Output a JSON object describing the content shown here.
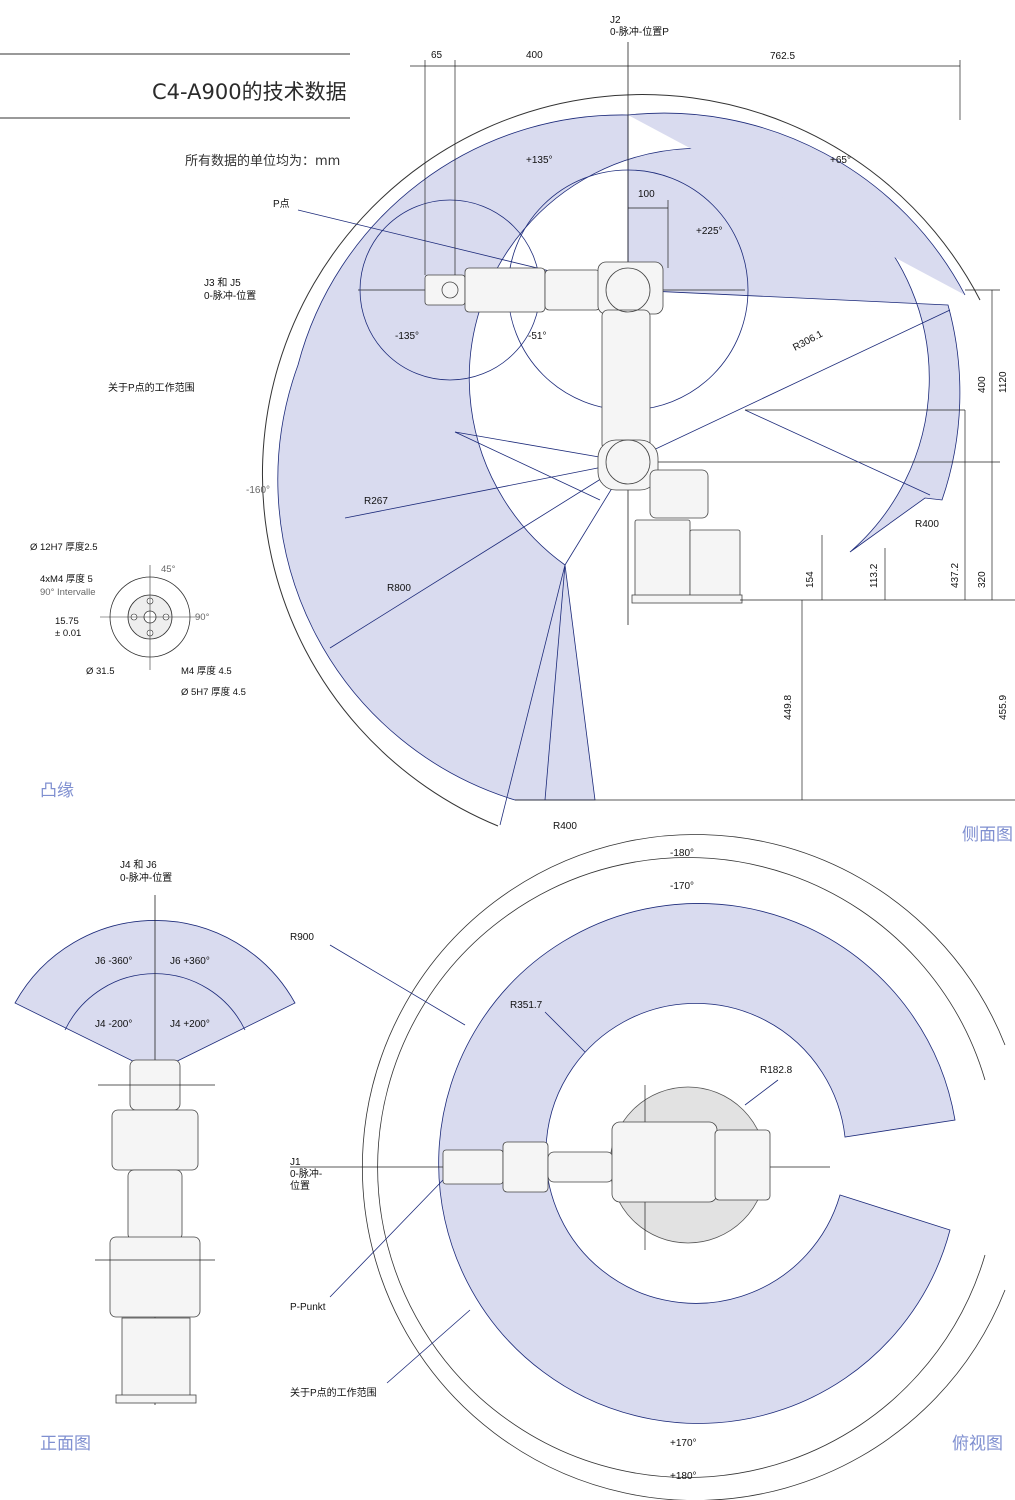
{
  "header": {
    "title": "C4-A900的技术数据",
    "subtitle": "所有数据的单位均为：mm"
  },
  "sections": {
    "flange": "凸缘",
    "side": "侧面图",
    "front": "正面图",
    "top": "俯视图"
  },
  "side_view": {
    "j2_label": "J2",
    "j2_sub": "0-脉冲-位置P",
    "dim_65": "65",
    "dim_400_top": "400",
    "dim_762": "762.5",
    "dim_100": "100",
    "angle_p135": "+135°",
    "angle_p65": "+65°",
    "angle_p225": "+225°",
    "angle_m135": "-135°",
    "angle_m51": "-51°",
    "angle_m160": "-160°",
    "p_point": "P点",
    "j3j5_label": "J3 和 J5",
    "j3j5_sub": "0-脉冲-位置",
    "work_range": "关于P点的工作范围",
    "r306": "R306.1",
    "r267": "R267",
    "r800": "R800",
    "r400_right": "R400",
    "r400_bottom": "R400",
    "dim_400_right": "400",
    "dim_1120": "1120",
    "dim_154": "154",
    "dim_113": "113.2",
    "dim_437": "437.2",
    "dim_320": "320",
    "dim_449": "449.8",
    "dim_455": "455.9"
  },
  "flange_view": {
    "d12": "Ø 12H7 厚度2.5",
    "m4x4": "4xM4 厚度 5",
    "intervals": "90° Intervalle",
    "ang45": "45°",
    "ang90": "90°",
    "d1575": "15.75",
    "tol": "± 0.01",
    "d315": "Ø 31.5",
    "m4": "M4 厚度 4.5",
    "d5": "Ø 5H7 厚度 4.5"
  },
  "front_view": {
    "j4j6": "J4 和 J6",
    "j4j6_sub": "0-脉冲-位置",
    "j6_neg": "J6 -360°",
    "j6_pos": "J6 +360°",
    "j4_neg": "J4 -200°",
    "j4_pos": "J4 +200°"
  },
  "top_view": {
    "m180": "-180°",
    "m170": "-170°",
    "p170": "+170°",
    "p180": "+180°",
    "r900": "R900",
    "r351": "R351.7",
    "r182": "R182.8",
    "j1": "J1",
    "j1_sub1": "0-脉冲-",
    "j1_sub2": "位置",
    "p_punkt": "P-Punkt",
    "work_range": "关于P点的工作范围"
  },
  "colors": {
    "range_fill": "#d9dbef",
    "line_blue": "#1c2a7a",
    "label_blue": "#7f8fd0"
  }
}
